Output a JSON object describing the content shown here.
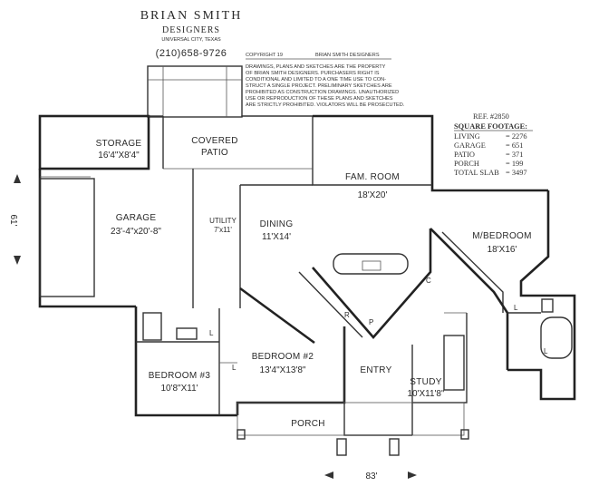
{
  "header": {
    "company_line1": "BRIAN SMITH",
    "company_line2": "DESIGNERS",
    "city": "UNIVERSAL CITY, TEXAS",
    "phone": "(210)658-9726"
  },
  "notice": {
    "copyright_line": "COPYRIGHT 19",
    "copyright_owner": "BRIAN SMITH DESIGNERS",
    "lines": [
      "DRAWINGS, PLANS AND SKETCHES ARE THE PROPERTY",
      "OF BRIAN SMITH DESIGNERS.  PURCHASERS RIGHT IS",
      "CONDITIONAL AND LIMITED TO A ONE TIME USE TO CON-",
      "STRUCT A SINGLE PROJECT.  PRELIMINARY SKETCHES ARE",
      "PROHIBITED AS CONSTRUCTION DRAWINGS.  UNAUTHORIZED",
      "USE OR REPRODUCTION OF THESE PLANS AND SKETCHES",
      "ARE STRICTLY PROHIBITED.  VIOLATORS WILL BE PROSECUTED."
    ]
  },
  "square_footage": {
    "ref": "REF. #2850",
    "heading": "SQUARE FOOTAGE:",
    "rows": [
      {
        "label": "LIVING",
        "value": "= 2276"
      },
      {
        "label": "GARAGE",
        "value": "= 651"
      },
      {
        "label": "PATIO",
        "value": "= 371"
      },
      {
        "label": "PORCH",
        "value": "= 199"
      },
      {
        "label": "TOTAL SLAB",
        "value": "= 3497"
      }
    ]
  },
  "rooms": {
    "storage": {
      "name": "STORAGE",
      "size": "16'4\"X8'4\""
    },
    "covered_patio": {
      "line1": "COVERED",
      "line2": "PATIO"
    },
    "fam_room": {
      "name": "FAM. ROOM",
      "size": "18'X20'"
    },
    "garage": {
      "name": "GARAGE",
      "size": "23'-4\"x20'-8\""
    },
    "utility": {
      "name": "UTILITY",
      "size": "7'x11'"
    },
    "dining": {
      "name": "DINING",
      "size": "11'X14'"
    },
    "m_bedroom": {
      "name": "M/BEDROOM",
      "size": "18'X16'"
    },
    "bedroom2": {
      "name": "BEDROOM #2",
      "size": "13'4\"X13'8\""
    },
    "bedroom3": {
      "name": "BEDROOM #3",
      "size": "10'8\"X11'"
    },
    "entry": {
      "name": "ENTRY"
    },
    "study": {
      "name": "STUDY",
      "size": "10'X11'8\""
    },
    "porch": {
      "name": "PORCH"
    }
  },
  "fixtures": {
    "pantry": "P",
    "linen_l1": "L",
    "linen_l2": "L",
    "linen_l3": "L",
    "linen_l4": "L",
    "closet_c": "C",
    "range_r": "R"
  },
  "dimensions": {
    "depth": "61'",
    "width": "83'"
  }
}
